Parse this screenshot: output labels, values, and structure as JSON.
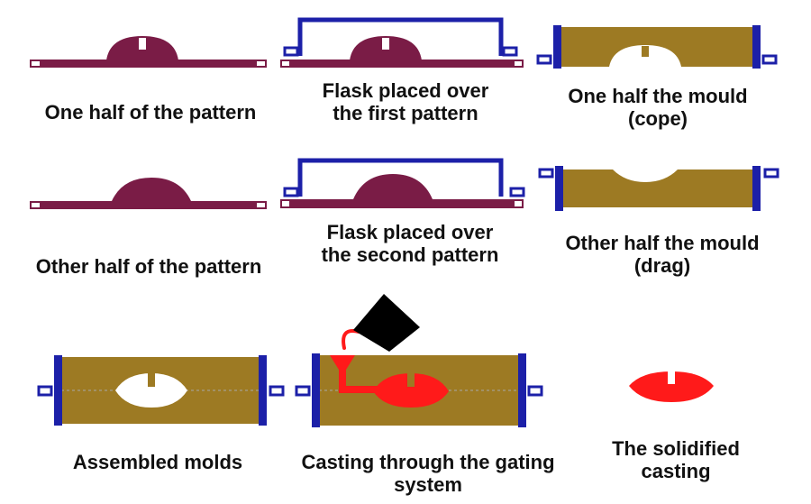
{
  "colors": {
    "pattern": "#7a1c46",
    "flask": "#1c20a8",
    "sand": "#9d7a23",
    "metal": "#ff1a1a",
    "ladle": "#000000",
    "cavity": "#ffffff"
  },
  "panels": [
    {
      "id": "cope-pattern",
      "lines": [
        "One half of the pattern"
      ]
    },
    {
      "id": "cope-flask",
      "lines": [
        "Flask placed over",
        "the first pattern"
      ]
    },
    {
      "id": "cope-mould",
      "lines": [
        "One half  the mould",
        "(cope)"
      ]
    },
    {
      "id": "drag-pattern",
      "lines": [
        "Other half of the pattern"
      ]
    },
    {
      "id": "drag-flask",
      "lines": [
        "Flask placed over",
        "the second pattern"
      ]
    },
    {
      "id": "drag-mould",
      "lines": [
        "Other half  the mould",
        "(drag)"
      ]
    },
    {
      "id": "assembled",
      "lines": [
        "Assembled molds"
      ]
    },
    {
      "id": "casting",
      "lines": [
        "Casting through the gating",
        "system"
      ]
    },
    {
      "id": "solidified",
      "lines": [
        "The solidified",
        "casting"
      ]
    }
  ]
}
